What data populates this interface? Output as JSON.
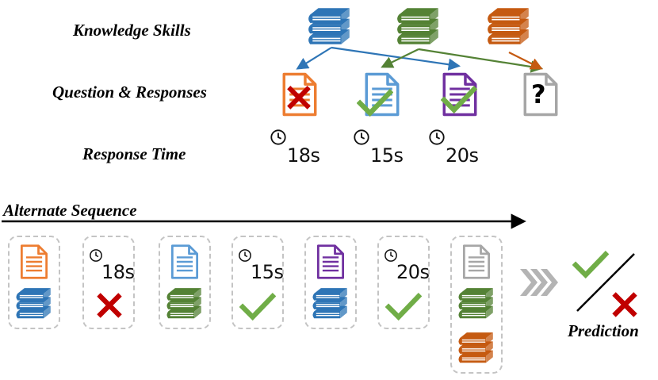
{
  "row_labels": {
    "knowledge_skills": "Knowledge Skills",
    "question_responses": "Question & Responses",
    "response_time": "Response Time"
  },
  "sequence_label": "Alternate Sequence",
  "prediction_label": "Prediction",
  "response_times": [
    "18s",
    "15s",
    "20s"
  ],
  "sequence_times": [
    "18s",
    "15s",
    "20s"
  ],
  "colors": {
    "blue": "#2e75b6",
    "green": "#548235",
    "orange": "#c55a11",
    "purple": "#7030a0",
    "doc_orange": "#ed7d31",
    "doc_blue": "#5b9bd5",
    "gray": "#a6a6a6",
    "correct": "#70ad47",
    "wrong": "#c00000",
    "dashed_border": "#c4c4c4"
  },
  "icons": {
    "skill": "book-stack-icon",
    "question": "document-icon",
    "unknown": "question-document-icon",
    "time": "clock-icon",
    "correct": "checkmark-icon",
    "wrong": "cross-icon",
    "next": "triple-chevron-icon"
  }
}
